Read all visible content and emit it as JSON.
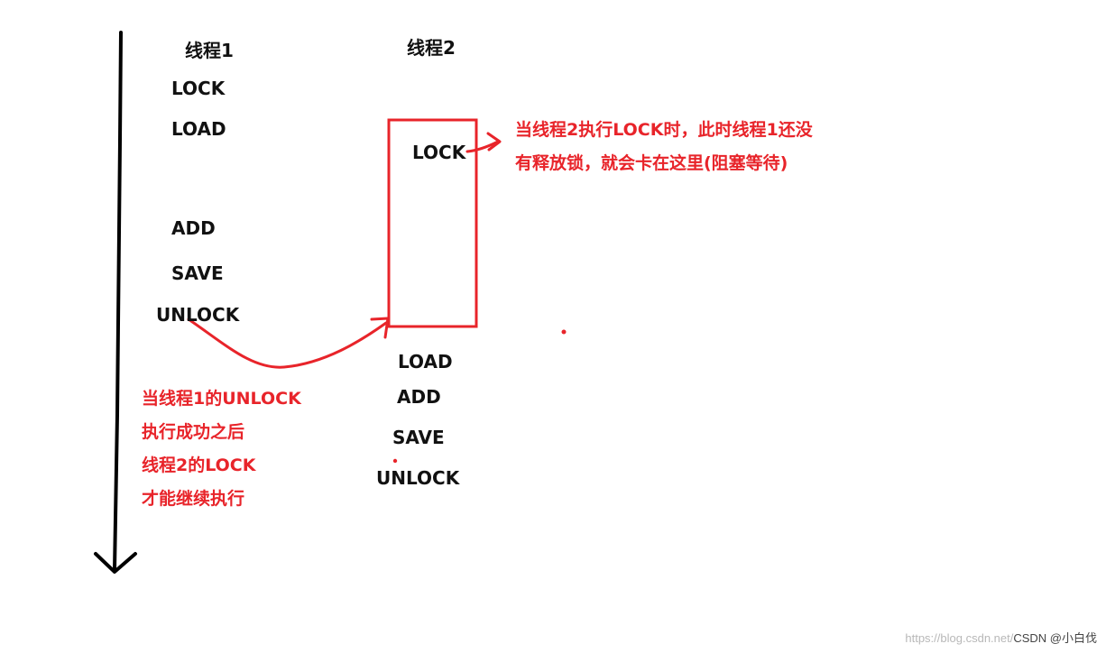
{
  "colors": {
    "annotation": "#e8242a",
    "ink": "#111111"
  },
  "thread1": {
    "title": "线程1",
    "ops": [
      "LOCK",
      "LOAD",
      "ADD",
      "SAVE",
      "UNLOCK"
    ]
  },
  "thread2": {
    "title": "线程2",
    "ops": [
      "LOCK",
      "LOAD",
      "ADD",
      "SAVE",
      "UNLOCK"
    ]
  },
  "note_right": {
    "lines": [
      "当线程2执行LOCK时，此时线程1还没",
      "有释放锁，就会卡在这里(阻塞等待)"
    ]
  },
  "note_left": {
    "lines": [
      "当线程1的UNLOCK",
      "执行成功之后",
      "线程2的LOCK",
      "才能继续执行"
    ]
  },
  "watermark": {
    "url": "https://blog.csdn.net/",
    "author": "CSDN @小白伐"
  }
}
